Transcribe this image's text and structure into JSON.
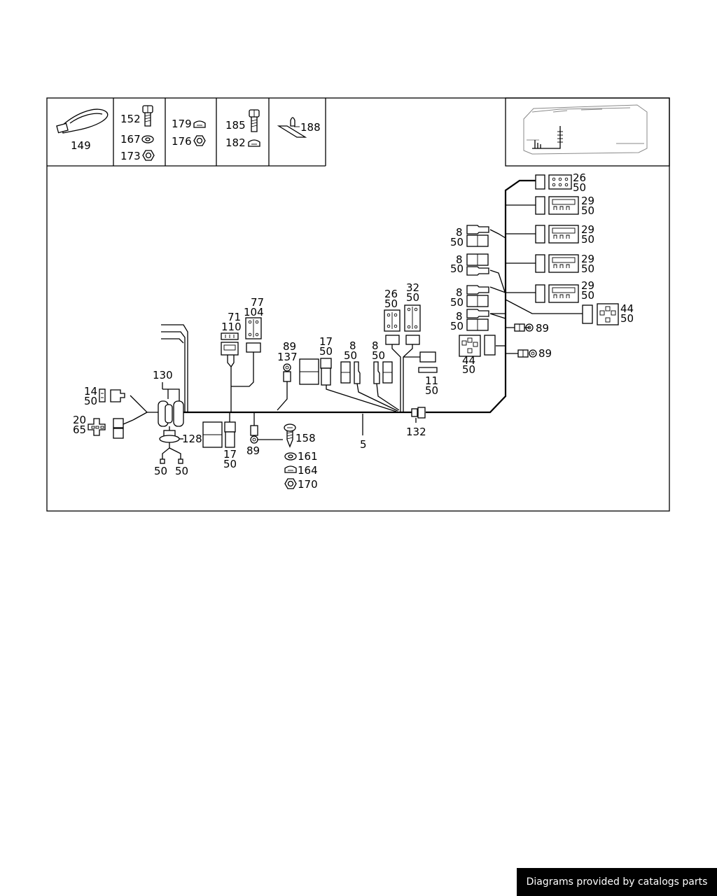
{
  "legend": {
    "cell1": [
      "149"
    ],
    "cell2": [
      "152",
      "167",
      "173"
    ],
    "cell3": [
      "179",
      "176"
    ],
    "cell4": [
      "185",
      "182"
    ],
    "cell5": [
      "188"
    ]
  },
  "callouts": {
    "c26_50a": [
      "26",
      "50"
    ],
    "c29_50a": [
      "29",
      "50"
    ],
    "c29_50b": [
      "29",
      "50"
    ],
    "c29_50c": [
      "29",
      "50"
    ],
    "c29_50d": [
      "29",
      "50"
    ],
    "c44_50a": [
      "44",
      "50"
    ],
    "c8_50a": [
      "8",
      "50"
    ],
    "c8_50b": [
      "8",
      "50"
    ],
    "c8_50c": [
      "8",
      "50"
    ],
    "c8_50d": [
      "8",
      "50"
    ],
    "c89a": [
      "89"
    ],
    "c89b": [
      "89"
    ],
    "c44_50b": [
      "44",
      "50"
    ],
    "c26_50b": [
      "26",
      "50"
    ],
    "c32_50": [
      "32",
      "50"
    ],
    "c11_50": [
      "11",
      "50"
    ],
    "c77_104": [
      "77",
      "104"
    ],
    "c71_110": [
      "71",
      "110"
    ],
    "c89_137": [
      "89",
      "137"
    ],
    "c17_50a": [
      "17",
      "50"
    ],
    "c8_50e": [
      "8",
      "50"
    ],
    "c8_50f": [
      "8",
      "50"
    ],
    "c130": [
      "130"
    ],
    "c14_50": [
      "14",
      "50"
    ],
    "c20_65": [
      "20",
      "65"
    ],
    "c128": [
      "128"
    ],
    "c50a": [
      "50"
    ],
    "c50b": [
      "50"
    ],
    "c17_50b": [
      "17",
      "50"
    ],
    "c89c": [
      "89"
    ],
    "c158": [
      "158"
    ],
    "c161": [
      "161"
    ],
    "c164": [
      "164"
    ],
    "c170": [
      "170"
    ],
    "c5": [
      "5"
    ],
    "c132": [
      "132"
    ]
  },
  "footer": {
    "text": "Diagrams provided by catalogs parts"
  }
}
